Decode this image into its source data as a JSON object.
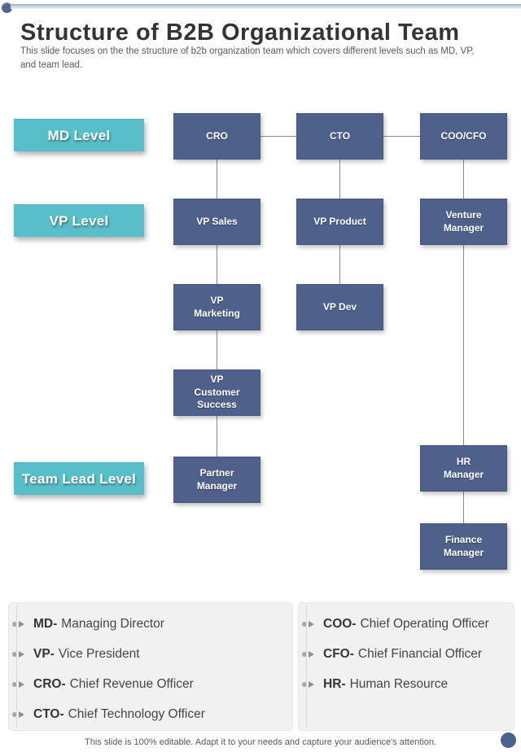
{
  "header": {
    "title": "Structure of B2B Organizational Team",
    "subtitle": "This slide focuses on the the structure of b2b organization team which covers different levels such as MD, VP,  and team lead."
  },
  "levels": [
    {
      "label": "MD Level"
    },
    {
      "label": "VP Level"
    },
    {
      "label": "Team Lead Level"
    }
  ],
  "org": {
    "nodes": [
      {
        "name": "CRO",
        "label": "CRO"
      },
      {
        "name": "CTO",
        "label": "CTO"
      },
      {
        "name": "COO/CFO",
        "label": "COO/CFO"
      },
      {
        "name": "VP Sales",
        "label": "VP Sales"
      },
      {
        "name": "VP Product",
        "label": "VP Product"
      },
      {
        "name": "Venture Manager",
        "label": "Venture\nManager"
      },
      {
        "name": "VP Marketing",
        "label": "VP\nMarketing"
      },
      {
        "name": "VP Dev",
        "label": "VP Dev"
      },
      {
        "name": "VP Customer Success",
        "label": "VP\nCustomer\nSuccess"
      },
      {
        "name": "Partner Manager",
        "label": "Partner\nManager"
      },
      {
        "name": "HR Manager",
        "label": "HR\nManager"
      },
      {
        "name": "Finance Manager",
        "label": "Finance\nManager"
      }
    ],
    "edges": [
      [
        "CRO",
        "CTO"
      ],
      [
        "CTO",
        "COO/CFO"
      ],
      [
        "CRO",
        "VP Sales"
      ],
      [
        "VP Sales",
        "VP Marketing"
      ],
      [
        "VP Marketing",
        "VP Customer Success"
      ],
      [
        "VP Customer Success",
        "Partner Manager"
      ],
      [
        "CTO",
        "VP Product"
      ],
      [
        "VP Product",
        "VP Dev"
      ],
      [
        "COO/CFO",
        "Venture Manager"
      ],
      [
        "Venture Manager",
        "HR Manager"
      ],
      [
        "HR Manager",
        "Finance Manager"
      ]
    ],
    "level_alignment": {
      "MD Level": [
        "CRO",
        "CTO",
        "COO/CFO"
      ],
      "VP Level": [
        "VP Sales",
        "VP Product",
        "Venture Manager"
      ],
      "Team Lead Level": [
        "Partner Manager"
      ]
    }
  },
  "legend": {
    "left": [
      {
        "abbr": "MD-",
        "meaning": "Managing Director"
      },
      {
        "abbr": "VP-",
        "meaning": "Vice President"
      },
      {
        "abbr": "CRO-",
        "meaning": "Chief Revenue Officer"
      },
      {
        "abbr": "CTO-",
        "meaning": "Chief Technology Officer"
      }
    ],
    "right": [
      {
        "abbr": "COO-",
        "meaning": "Chief Operating Officer"
      },
      {
        "abbr": "CFO-",
        "meaning": "Chief Financial Officer"
      },
      {
        "abbr": "HR-",
        "meaning": "Human Resource"
      }
    ]
  },
  "footer": {
    "text": "This slide is 100% editable. Adapt it to your needs and capture your audience's attention."
  },
  "colors": {
    "node_fill": "#4f608b",
    "level_fill": "#58bec9",
    "connector": "#8a8a8a",
    "accent_dot": "#54668f",
    "panel_bg": "#f1f1f1"
  }
}
